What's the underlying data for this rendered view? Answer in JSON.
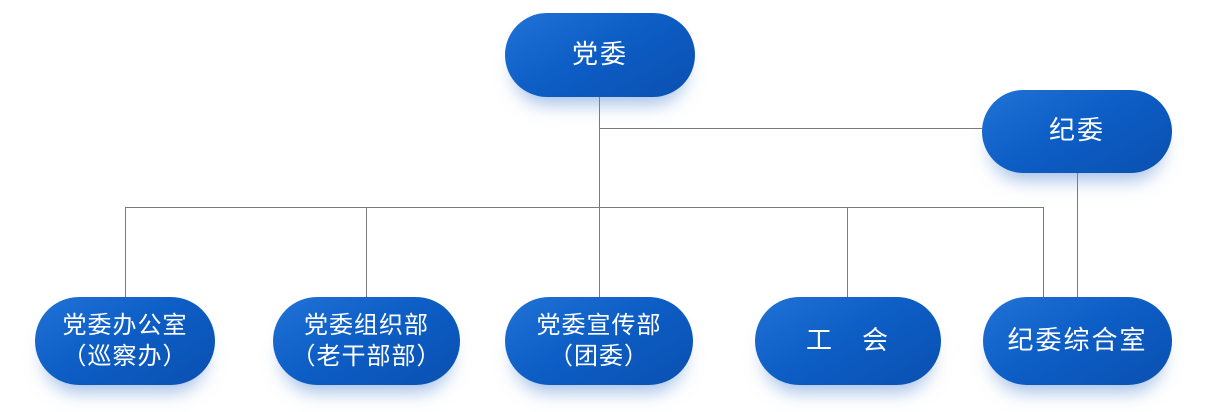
{
  "org": {
    "title_implied": "",
    "nodes": [
      {
        "id": "dangwei",
        "label": "党委",
        "line1": "党委"
      },
      {
        "id": "jiwei",
        "label": "纪委",
        "line1": "纪委"
      },
      {
        "id": "dangwei-bangongshi",
        "label": "党委办公室（巡察办）",
        "line1": "党委办公室",
        "line2": "（巡察办）"
      },
      {
        "id": "dangwei-zuzhibu",
        "label": "党委组织部（老干部部）",
        "line1": "党委组织部",
        "line2": "（老干部部）"
      },
      {
        "id": "dangwei-xuanchuanbu",
        "label": "党委宣传部（团委）",
        "line1": "党委宣传部",
        "line2": "（团委）"
      },
      {
        "id": "gonghui",
        "label": "工　会",
        "line1": "工　会"
      },
      {
        "id": "jiwei-zongheshi",
        "label": "纪委综合室",
        "line1": "纪委综合室"
      }
    ],
    "edges": [
      {
        "from": "党委",
        "to": "纪委"
      },
      {
        "from": "党委",
        "to": "党委办公室（巡察办）"
      },
      {
        "from": "党委",
        "to": "党委组织部（老干部部）"
      },
      {
        "from": "党委",
        "to": "党委宣传部（团委）"
      },
      {
        "from": "党委",
        "to": "工　会"
      },
      {
        "from": "党委",
        "to": "纪委综合室"
      },
      {
        "from": "纪委",
        "to": "纪委综合室"
      }
    ],
    "colors": {
      "node_fill_light": "#2173d6",
      "node_fill_mid": "#0d5ec6",
      "node_fill_dark": "#0a50b0",
      "node_text": "#ffffff",
      "connector": "#7a7a7a",
      "background": "#ffffff"
    }
  }
}
